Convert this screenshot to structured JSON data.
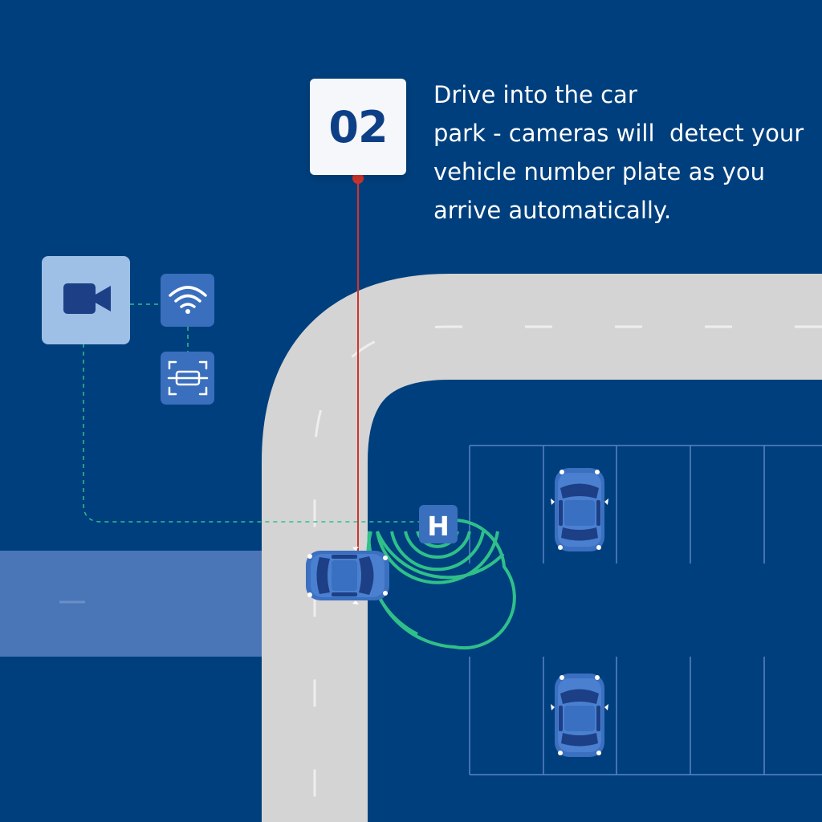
{
  "step": {
    "number": "02",
    "caption_lines": [
      "Drive into the car",
      "park - cameras will  detect your",
      "vehicle number plate as you",
      "arrive automatically."
    ]
  },
  "signage": {
    "parking_sign": "H"
  },
  "icons": {
    "camera": "video-camera-icon",
    "wifi": "wifi-icon",
    "plate_scanner": "number-plate-scan-icon",
    "car": "car-icon"
  },
  "colors": {
    "background": "#003f7d",
    "road": "#d4d4d4",
    "side_road": "#4a76b7",
    "pointer": "#d0342c",
    "signal": "#2fc08a",
    "car_body": "#3b6fc0",
    "device_tile": "#9ebfe6",
    "small_tile": "#3a6fbd"
  }
}
